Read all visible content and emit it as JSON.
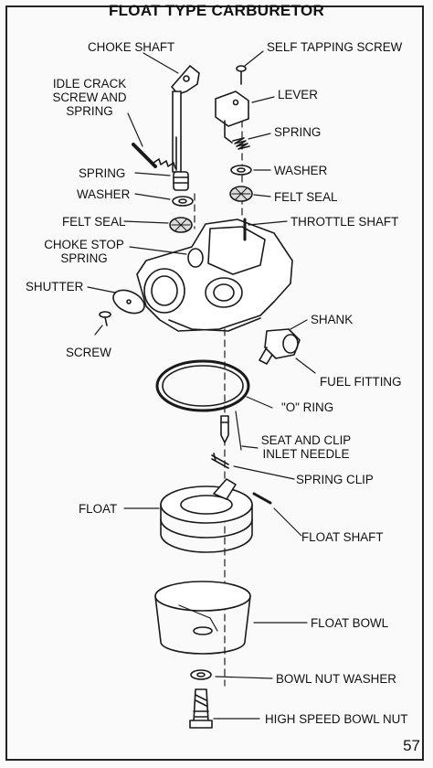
{
  "title": "FLOAT TYPE CARBURETOR",
  "page_number": "57",
  "parts": {
    "choke_shaft": "CHOKE SHAFT",
    "self_tapping_screw": "SELF TAPPING SCREW",
    "idle_crack_1": "IDLE CRACK",
    "idle_crack_2": "SCREW AND",
    "idle_crack_3": "SPRING",
    "lever": "LEVER",
    "spring_right": "SPRING",
    "spring_left": "SPRING",
    "washer_right": "WASHER",
    "washer_left": "WASHER",
    "felt_seal_right": "FELT SEAL",
    "felt_seal_left": "FELT SEAL",
    "throttle_shaft": "THROTTLE SHAFT",
    "choke_stop_1": "CHOKE STOP",
    "choke_stop_2": "SPRING",
    "shutter": "SHUTTER",
    "shank": "SHANK",
    "screw": "SCREW",
    "fuel_fitting": "FUEL FITTING",
    "o_ring": "\"O\" RING",
    "seat_clip_1": "SEAT AND CLIP",
    "seat_clip_2": "INLET NEEDLE",
    "spring_clip": "SPRING CLIP",
    "float": "FLOAT",
    "float_shaft": "FLOAT SHAFT",
    "float_bowl": "FLOAT BOWL",
    "bowl_nut_washer": "BOWL NUT WASHER",
    "high_speed_bowl_nut": "HIGH SPEED BOWL NUT"
  }
}
